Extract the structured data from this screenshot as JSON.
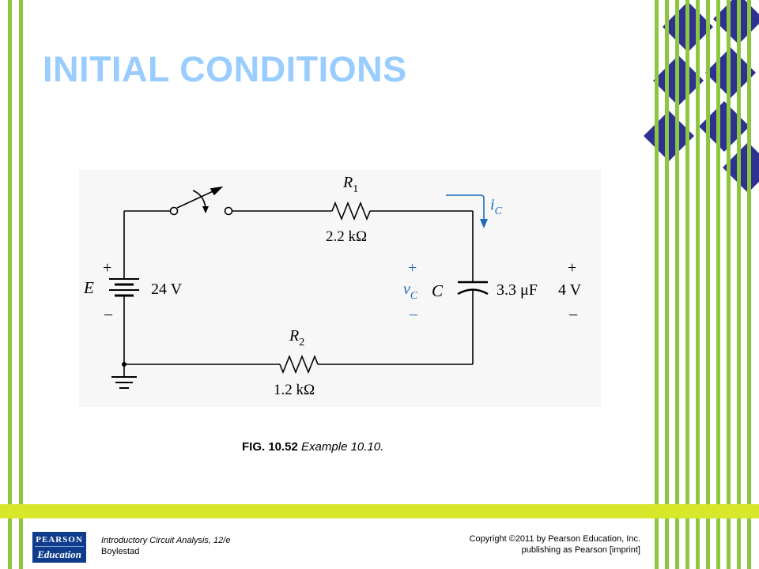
{
  "title": "INITIAL CONDITIONS",
  "circuit": {
    "r1_name": "R",
    "r1_sub": "1",
    "r1_value": "2.2 kΩ",
    "r2_name": "R",
    "r2_sub": "2",
    "r2_value": "1.2 kΩ",
    "current_name": "i",
    "current_sub": "C",
    "source_name": "E",
    "source_value": "24 V",
    "cap_name": "C",
    "cap_value": "3.3 μF",
    "vc_name": "v",
    "vc_sub": "C",
    "initial_voltage": "4 V",
    "plus": "+",
    "minus": "–"
  },
  "caption": {
    "fig": "FIG. 10.52",
    "text": "Example 10.10."
  },
  "footer": {
    "logo_top": "PEARSON",
    "logo_bottom": "Education",
    "book_title": "Introductory Circuit Analysis, 12/e",
    "author": "Boylestad",
    "copyright": "Copyright ©2011 by Pearson Education, Inc.",
    "publisher": "publishing as Pearson [imprint]"
  },
  "colors": {
    "title": "#99ccff",
    "green_stripe": "#8dc63f",
    "yellow_band": "#d7e82a",
    "diamond": "#2e3192",
    "current_arrow": "#1e6bb8"
  }
}
